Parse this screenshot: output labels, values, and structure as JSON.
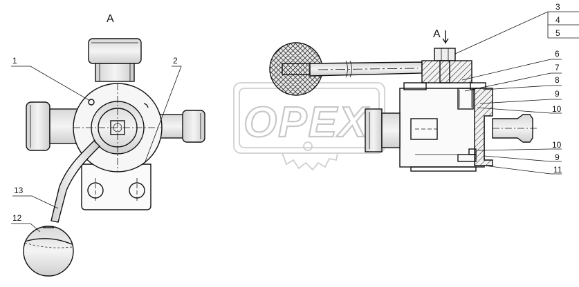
{
  "view_labels": {
    "left": "A",
    "right": "A"
  },
  "watermark": {
    "text": "OPEX"
  },
  "callouts": {
    "c1": "1",
    "c2": "2",
    "c3": "3",
    "c4": "4",
    "c5": "5",
    "c6": "6",
    "c7": "7",
    "c8": "8",
    "c9a": "9",
    "c10a": "10",
    "c10b": "10",
    "c9b": "9",
    "c11": "11",
    "c13": "13",
    "c12": "12"
  },
  "colors": {
    "line": "#111111",
    "metal": "#e6e6e6",
    "hatch": "#f2f2f2",
    "watermark": "#c8c8c8"
  }
}
